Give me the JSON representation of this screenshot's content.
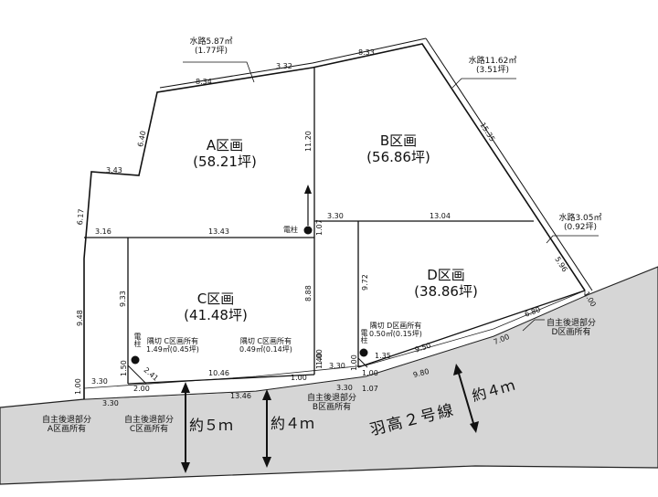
{
  "lots": {
    "a": {
      "name": "A区画",
      "area": "(58.21坪)"
    },
    "b": {
      "name": "B区画",
      "area": "(56.86坪)"
    },
    "c": {
      "name": "C区画",
      "area": "(41.48坪)"
    },
    "d": {
      "name": "D区画",
      "area": "(38.86坪)"
    }
  },
  "waterways": {
    "w1": {
      "area": "水路5.87㎡",
      "tsubo": "(1.77坪)"
    },
    "w2": {
      "area": "水路11.62㎡",
      "tsubo": "(3.51坪)"
    },
    "w3": {
      "area": "水路3.05㎡",
      "tsubo": "(0.92坪)"
    }
  },
  "dims": {
    "d834": "8.34",
    "d332": "3.32",
    "d833": "8.33",
    "d640": "6.40",
    "d343": "3.43",
    "d617": "6.17",
    "d316": "3.16",
    "d1343": "13.43",
    "d1120": "11.20",
    "d1535": "15.35",
    "d107": "1.07",
    "d330a": "3.30",
    "d1304": "13.04",
    "d596": "5.96",
    "d948": "9.48",
    "d933": "9.33",
    "d888": "8.88",
    "d972": "9.72",
    "d680": "6.80",
    "d100r": "1.00",
    "d135": "1.35",
    "d950": "9.50",
    "d700": "7.00",
    "d980": "9.80",
    "d150": "1.50",
    "d241": "2.41",
    "d1046": "10.46",
    "d140": "1.40",
    "d100a": "1.00",
    "d100b": "1.00",
    "d330b": "3.30",
    "d100c": "1.00",
    "d330c": "3.30",
    "d200": "2.00",
    "d100d": "1.00",
    "d107b": "1.07",
    "d100e": "1.00",
    "d330d": "3.30",
    "d1346": "13.46",
    "d330e": "3.30"
  },
  "poles": {
    "p1": "電柱",
    "p2": "電柱",
    "p3": "電柱"
  },
  "corners": {
    "c1_title": "隅切 C区画所有",
    "c1_area": "1.49㎡(0.45坪)",
    "c2_title": "隅切 C区画所有",
    "c2_area": "0.49㎡(0.14坪)",
    "d_title": "隅切 D区画所有",
    "d_area": "0.50㎡(0.15坪)"
  },
  "setbacks": {
    "a": {
      "l1": "自主後退部分",
      "l2": "A区画所有"
    },
    "c": {
      "l1": "自主後退部分",
      "l2": "C区画所有"
    },
    "b": {
      "l1": "自主後退部分",
      "l2": "B区画所有"
    },
    "d": {
      "l1": "自主後退部分",
      "l2": "D区画所有"
    }
  },
  "road": {
    "name": "羽高２号線",
    "width_5": "約５ｍ",
    "width_4a": "約４ｍ",
    "width_4b": "約４ｍ"
  }
}
